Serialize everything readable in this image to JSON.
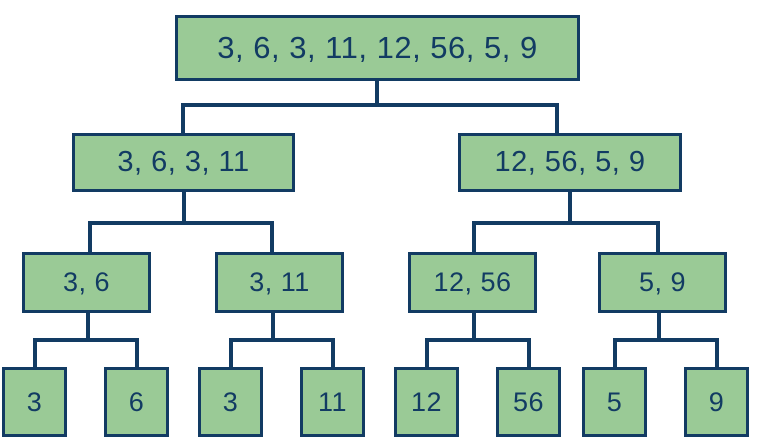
{
  "diagram": {
    "type": "merge-sort-divide-tree",
    "colors": {
      "node_fill": "#9aca96",
      "node_border": "#123b63",
      "text": "#123b63",
      "connector": "#123b63",
      "background": "#ffffff"
    },
    "levels": [
      {
        "name": "root",
        "nodes": [
          {
            "label": "3, 6, 3, 11, 12, 56, 5, 9"
          }
        ]
      },
      {
        "name": "level-2",
        "nodes": [
          {
            "label": "3, 6, 3, 11"
          },
          {
            "label": "12, 56, 5, 9"
          }
        ]
      },
      {
        "name": "level-3",
        "nodes": [
          {
            "label": "3, 6"
          },
          {
            "label": "3, 11"
          },
          {
            "label": "12, 56"
          },
          {
            "label": "5, 9"
          }
        ]
      },
      {
        "name": "leaves",
        "nodes": [
          {
            "label": "3"
          },
          {
            "label": "6"
          },
          {
            "label": "3"
          },
          {
            "label": "11"
          },
          {
            "label": "12"
          },
          {
            "label": "56"
          },
          {
            "label": "5"
          },
          {
            "label": "9"
          }
        ]
      }
    ]
  }
}
